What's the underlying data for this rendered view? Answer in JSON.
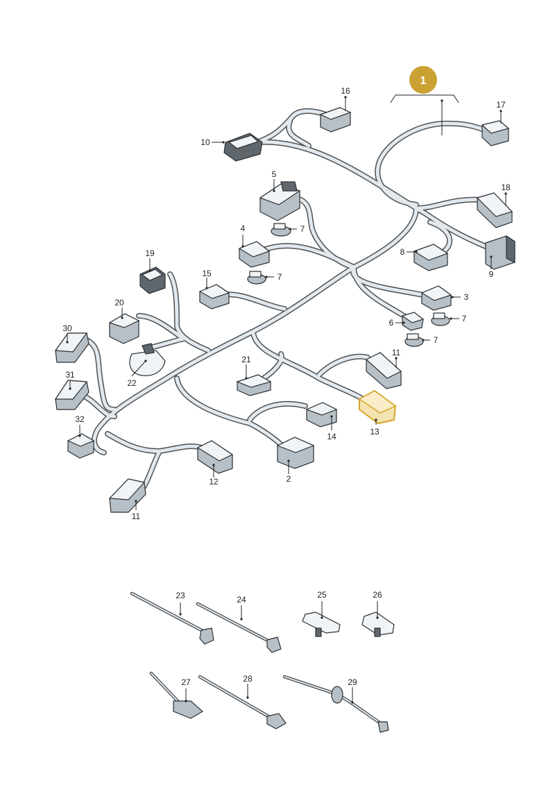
{
  "badge": {
    "text": "1",
    "color": "#c9a233"
  },
  "highlight_color": "#d4a52a",
  "labels": {
    "p2": "2",
    "p3": "3",
    "p4": "4",
    "p5": "5",
    "p6": "6",
    "p7a": "7",
    "p7b": "7",
    "p7c": "7",
    "p7d": "7",
    "p8": "8",
    "p9": "9",
    "p10": "10",
    "p11a": "11",
    "p11b": "11",
    "p12": "12",
    "p13": "13",
    "p14": "14",
    "p15": "15",
    "p16": "16",
    "p17": "17",
    "p18": "18",
    "p19": "19",
    "p20": "20",
    "p21": "21",
    "p22": "22",
    "p23": "23",
    "p24": "24",
    "p25": "25",
    "p26": "26",
    "p27": "27",
    "p28": "28",
    "p29": "29",
    "p30": "30",
    "p31": "31",
    "p32": "32"
  }
}
